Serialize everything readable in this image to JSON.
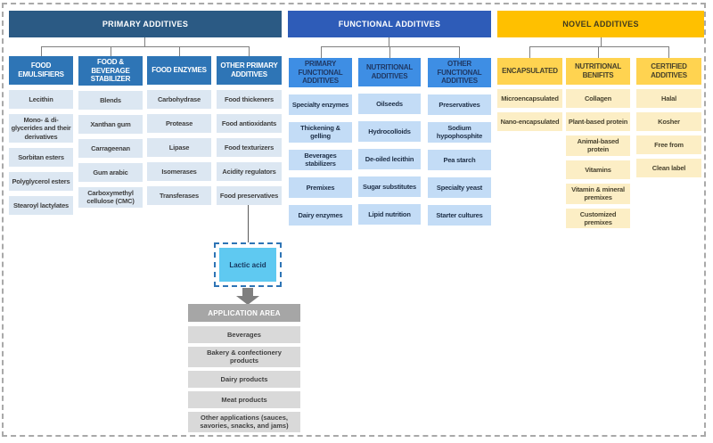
{
  "sections": [
    {
      "id": "primary",
      "title": "PRIMARY ADDITIVES",
      "columns": [
        {
          "title": "FOOD EMULSIFIERS",
          "items": [
            "Lecithin",
            "Mono- & di-glycerides and their derivatives",
            "Sorbitan esters",
            "Polyglycerol esters",
            "Stearoyl lactylates"
          ]
        },
        {
          "title": "FOOD & BEVERAGE STABILIZER",
          "items": [
            "Blends",
            "Xanthan gum",
            "Carrageenan",
            "Gum arabic",
            "Carboxymethyl cellulose (CMC)"
          ]
        },
        {
          "title": "FOOD ENZYMES",
          "items": [
            "Carbohydrase",
            "Protease",
            "Lipase",
            "Isomerases",
            "Transferases"
          ]
        },
        {
          "title": "OTHER PRIMARY ADDITIVES",
          "items": [
            "Food thickeners",
            "Food antioxidants",
            "Food texturizers",
            "Acidity regulators",
            "Food preservatives"
          ]
        }
      ]
    },
    {
      "id": "functional",
      "title": "FUNCTIONAL ADDITIVES",
      "columns": [
        {
          "title": "PRIMARY FUNCTIONAL ADDITIVES",
          "items": [
            "Specialty enzymes",
            "Thickening & gelling",
            "Beverages stabilizers",
            "Premixes",
            "Dairy enzymes"
          ]
        },
        {
          "title": "NUTRITIONAL ADDITIVES",
          "items": [
            "Oilseeds",
            "Hydrocolloids",
            "De-oiled lecithin",
            "Sugar substitutes",
            "Lipid nutrition"
          ]
        },
        {
          "title": "OTHER FUNCTIONAL ADDITIVES",
          "items": [
            "Preservatives",
            "Sodium hypophosphite",
            "Pea starch",
            "Specialty yeast",
            "Starter cultures"
          ]
        }
      ]
    },
    {
      "id": "novel",
      "title": "NOVEL ADDITIVES",
      "columns": [
        {
          "title": "ENCAPSULATED",
          "items": [
            "Microencapsulated",
            "Nano-encapsulated"
          ]
        },
        {
          "title": "NUTRITIONAL BENIFITS",
          "items": [
            "Collagen",
            "Plant-based protein",
            "Animal-based protein",
            "Vitamins",
            "Vitamin & mineral premixes",
            "Customized premixes"
          ]
        },
        {
          "title": "CERTIFIED ADDITIVES",
          "items": [
            "Halal",
            "Kosher",
            "Free from",
            "Clean label"
          ]
        }
      ]
    }
  ],
  "highlight": {
    "label": "Lactic acid"
  },
  "application_area": {
    "title": "APPLICATION AREA",
    "items": [
      "Beverages",
      "Bakery & confectionery products",
      "Dairy products",
      "Meat products",
      "Other applications (sauces, savories, snacks, and jams)"
    ]
  },
  "colors": {
    "primary_header": "#2B5A84",
    "primary_subheader": "#2E75B6",
    "primary_item": "#DCE7F2",
    "functional_header": "#2E5CB8",
    "functional_subheader": "#3E8EE4",
    "functional_item": "#C3DCF6",
    "novel_header": "#FFC000",
    "novel_subheader": "#FFD350",
    "novel_item": "#FCEEC5",
    "highlight_box": "#5FC9F1",
    "highlight_border": "#2E74B5",
    "application_header": "#A6A6A6",
    "application_item": "#D9D9D9",
    "connector": "#7F7F7F"
  }
}
